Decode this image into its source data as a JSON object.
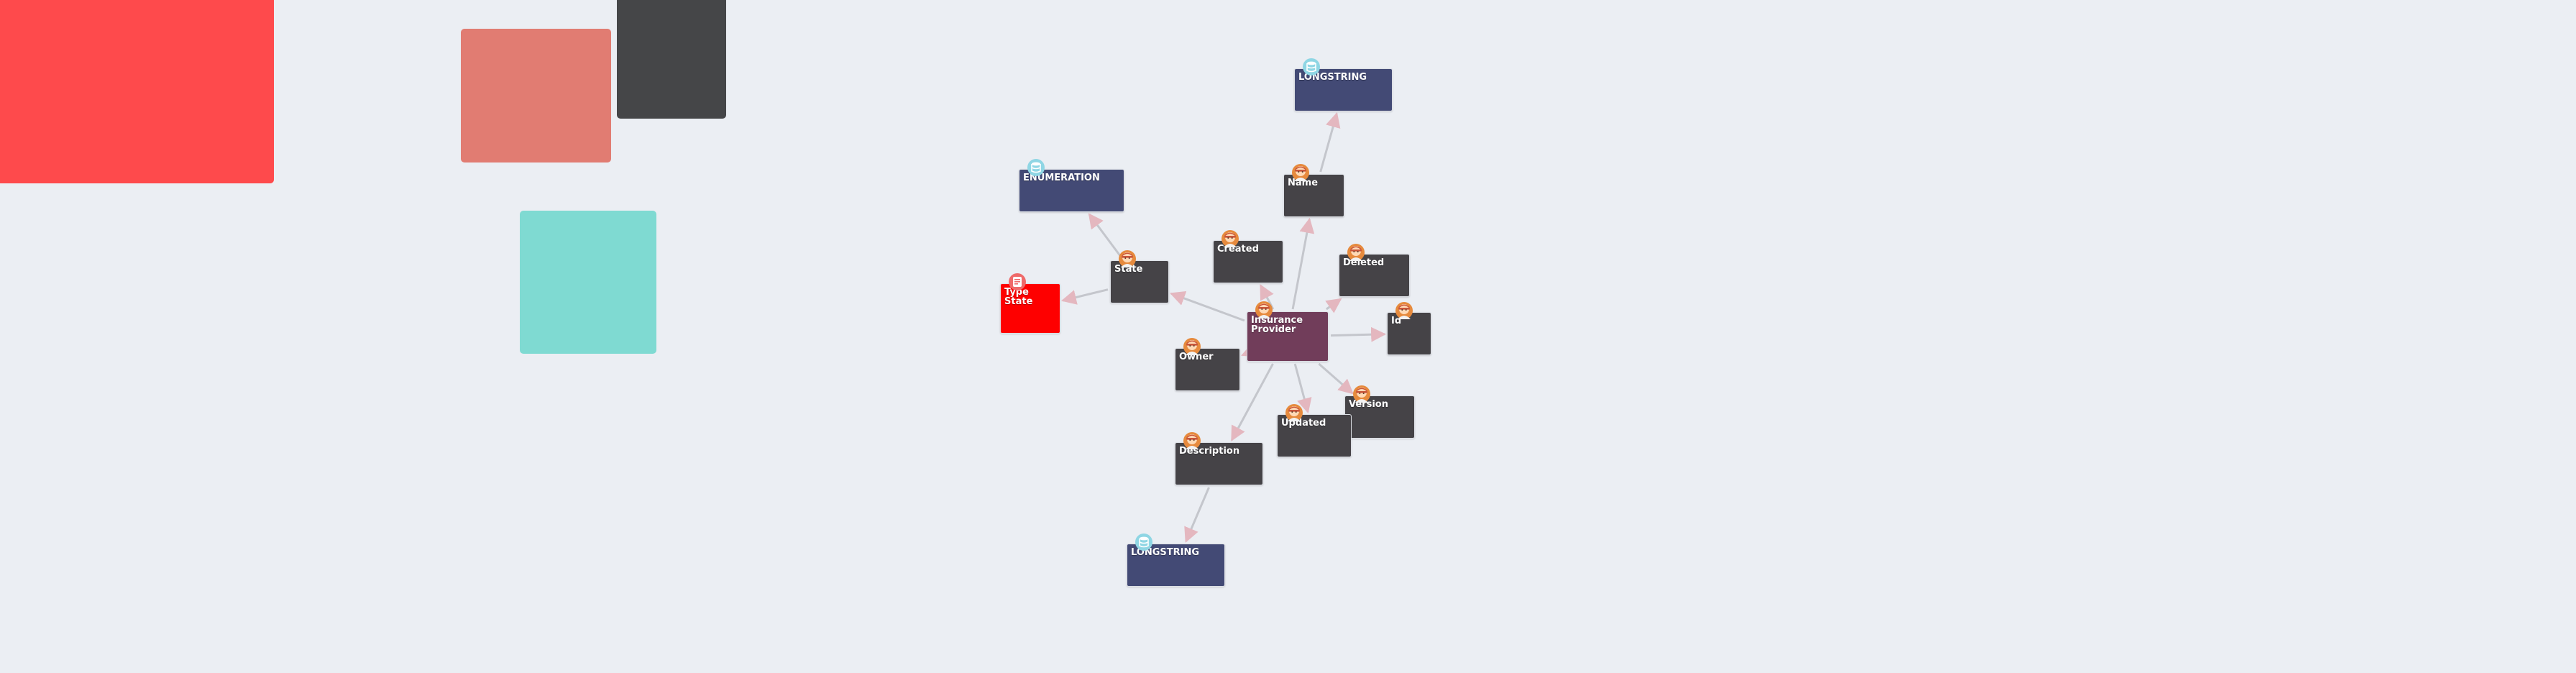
{
  "colors": {
    "background": "#ebeef3",
    "panel_red": "#fe4a4c",
    "panel_salmon": "#e17c72",
    "panel_dark": "#454648",
    "panel_teal": "#7fdad2",
    "entity": "#713d5a",
    "property": "#454347",
    "datatype": "#434a75",
    "enum_value": "#fe0000",
    "edge": "#c4c6cc",
    "arrow": "#e4b7bf"
  },
  "nodes": [
    {
      "id": "insurance_provider",
      "label": "Insurance\nProvider",
      "kind": "entity",
      "icon": "person-icon"
    },
    {
      "id": "name",
      "label": "Name",
      "kind": "property",
      "icon": "person-icon"
    },
    {
      "id": "created",
      "label": "Created",
      "kind": "property",
      "icon": "person-icon"
    },
    {
      "id": "deleted",
      "label": "Deleted",
      "kind": "property",
      "icon": "person-icon"
    },
    {
      "id": "id",
      "label": "Id",
      "kind": "property",
      "icon": "person-icon"
    },
    {
      "id": "version",
      "label": "Version",
      "kind": "property",
      "icon": "person-icon"
    },
    {
      "id": "updated",
      "label": "Updated",
      "kind": "property",
      "icon": "person-icon"
    },
    {
      "id": "owner",
      "label": "Owner",
      "kind": "property",
      "icon": "person-icon"
    },
    {
      "id": "description",
      "label": "Description",
      "kind": "property",
      "icon": "person-icon"
    },
    {
      "id": "state",
      "label": "State",
      "kind": "property",
      "icon": "person-icon"
    },
    {
      "id": "longstring_top",
      "label": "LONGSTRING",
      "kind": "datatype",
      "icon": "database-icon"
    },
    {
      "id": "longstring_bottom",
      "label": "LONGSTRING",
      "kind": "datatype",
      "icon": "database-icon"
    },
    {
      "id": "enumeration",
      "label": "ENUMERATION",
      "kind": "datatype",
      "icon": "database-icon"
    },
    {
      "id": "type_state",
      "label": "Type State",
      "kind": "enum_value",
      "icon": "tag-icon"
    }
  ],
  "edges": [
    {
      "from": "insurance_provider",
      "to": "name"
    },
    {
      "from": "insurance_provider",
      "to": "created"
    },
    {
      "from": "insurance_provider",
      "to": "deleted"
    },
    {
      "from": "insurance_provider",
      "to": "id"
    },
    {
      "from": "insurance_provider",
      "to": "version"
    },
    {
      "from": "insurance_provider",
      "to": "updated"
    },
    {
      "from": "insurance_provider",
      "to": "owner"
    },
    {
      "from": "insurance_provider",
      "to": "description"
    },
    {
      "from": "insurance_provider",
      "to": "state"
    },
    {
      "from": "name",
      "to": "longstring_top"
    },
    {
      "from": "description",
      "to": "longstring_bottom"
    },
    {
      "from": "state",
      "to": "enumeration"
    },
    {
      "from": "state",
      "to": "type_state"
    }
  ]
}
